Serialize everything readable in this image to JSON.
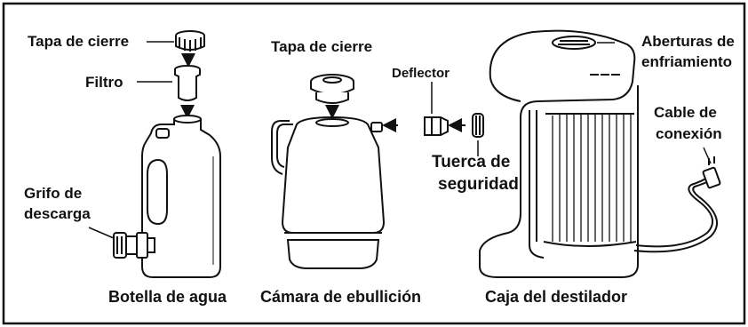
{
  "labels": {
    "bottle_cap": "Tapa de cierre",
    "filter": "Filtro",
    "drain_tap_line1": "Grifo de",
    "drain_tap_line2": "descarga",
    "chamber_cap": "Tapa de cierre",
    "deflector": "Deflector",
    "lock_nut_line1": "Tuerca de",
    "lock_nut_line2": "seguridad",
    "vents_line1": "Aberturas de",
    "vents_line2": "enfriamiento",
    "cable_line1": "Cable de",
    "cable_line2": "conexión"
  },
  "captions": {
    "bottle": "Botella de agua",
    "chamber": "Cámara de ebullición",
    "housing": "Caja del destilador"
  }
}
